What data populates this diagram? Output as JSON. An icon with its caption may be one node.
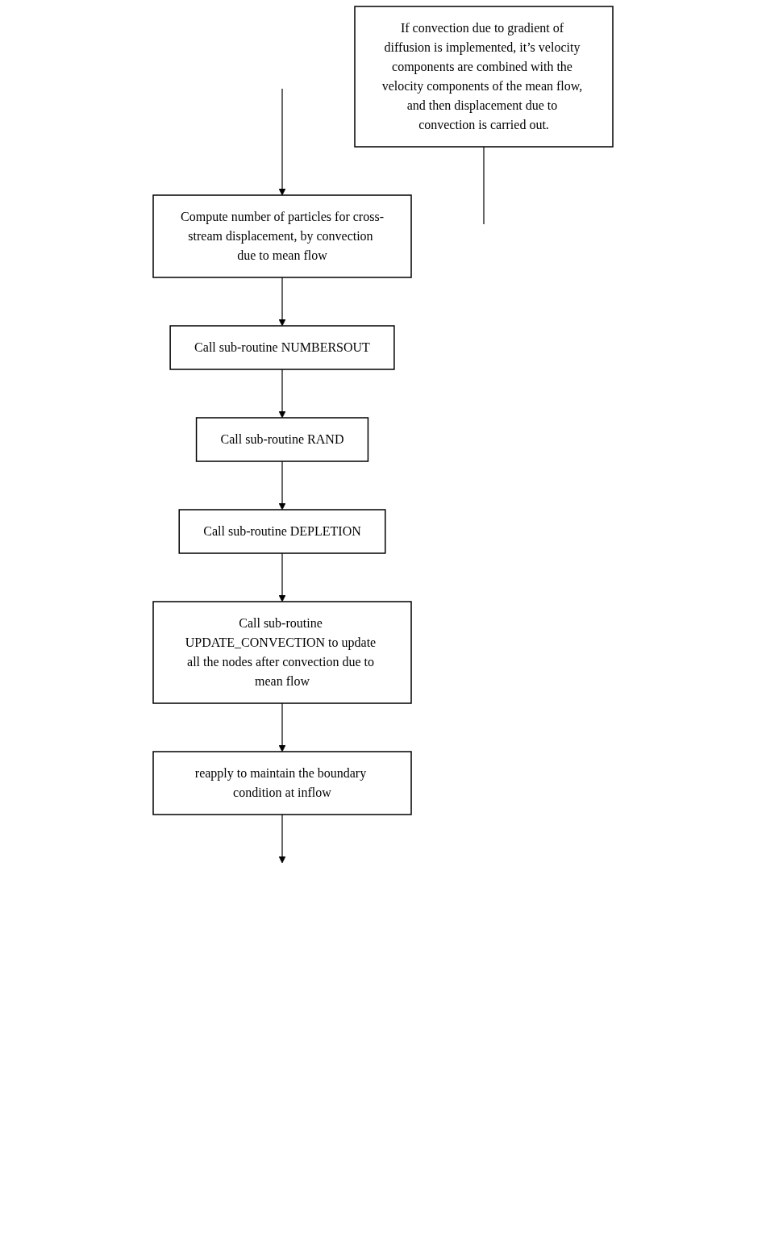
{
  "diagram": {
    "nodes": [
      {
        "text": [
          "Compute number of particles for cross-stream displacement, by convection due to mean flow"
        ]
      },
      {
        "text": [
          "Call sub-routine NUMBERSOUT"
        ]
      },
      {
        "text": [
          "Call sub-routine RAND"
        ]
      },
      {
        "text": [
          "Call sub-routine DEPLETION"
        ]
      },
      {
        "text": [
          "Call sub-routine UPDATE_CONVECTION to update all the nodes after convection due to mean flow"
        ]
      },
      {
        "text": [
          "If convection due to gradient of diffusion is implemented, it’s velocity components are combined with the velocity components of the mean flow, and then displacement due to convection is carried out."
        ]
      },
      {
        "text": [
          "reapply to maintain the boundary condition at inflow"
        ]
      }
    ],
    "edges": [
      {
        "from": null,
        "to": 0,
        "arrow": "to"
      },
      {
        "from": 0,
        "to": 1,
        "arrow": "to"
      },
      {
        "from": 1,
        "to": 2,
        "arrow": "to"
      },
      {
        "from": 2,
        "to": 3,
        "arrow": "to"
      },
      {
        "from": 3,
        "to": 4,
        "arrow": "to"
      },
      {
        "from": 4,
        "to": 6,
        "arrow": "to"
      },
      {
        "from": 5,
        "to": null,
        "arrow": "none"
      },
      {
        "from": 6,
        "to": null,
        "arrow": "to"
      }
    ]
  }
}
